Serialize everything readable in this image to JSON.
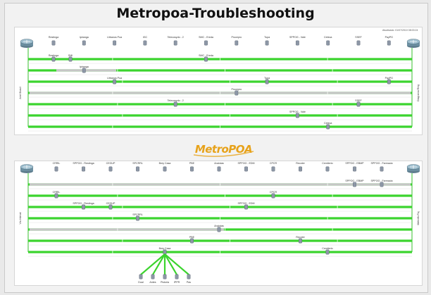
{
  "title": "Metropoa-Troubleshooting",
  "updated_stamp": "Atualizado: 01/07/2010 08:00:24",
  "logo_text": "MetroPOA",
  "top_panel": {
    "left_vertical_label": "Anel Brasil",
    "right_vertical_label": "Diagrama Ring",
    "device_row": [
      "Restinga",
      "Ipiranga",
      "Urbanos Poa",
      "IGC",
      "Telecosydo - 2",
      "SMC - Ereda",
      "Procepro",
      "Tupa",
      "SPPOG - Vale",
      "Ceteca",
      "SSEF",
      "PayPG"
    ],
    "rings": [
      {
        "nodes": [
          "Restinga",
          "SMI",
          "SMC - Ereda"
        ],
        "gray_segment": false
      },
      {
        "nodes": [
          "Ipiranga"
        ],
        "gray_segment": true
      },
      {
        "nodes": [
          "Urbanos Poa",
          "Tupa",
          "PayPG"
        ],
        "gray_segment": false
      },
      {
        "nodes": [
          "Procepro"
        ],
        "gray_segment": true
      },
      {
        "nodes": [
          "Telecosydo - 2",
          "SSEF"
        ],
        "gray_segment": false
      },
      {
        "nodes": [
          "SPPOG - Vale"
        ],
        "gray_segment": false
      },
      {
        "nodes": [
          "Ceteca"
        ],
        "gray_segment": false
      }
    ]
  },
  "bottom_panel": {
    "left_vertical_label": "Via Intenal",
    "right_vertical_label": "Metrofib Fiq",
    "device_row": [
      "CRRIL",
      "SPPOG - Restinga",
      "CEGUP",
      "SPCRRL",
      "Brey Casa",
      "PBE",
      "Ancistas",
      "SPPOG - EDM",
      "CPCR",
      "Recoter",
      "Cemiterio",
      "SPPOG - EBMP",
      "SPPOG - Farmacia"
    ],
    "rings": [
      {
        "nodes": [
          "SPPOG - EBMP",
          "SPPOG - Farmacia"
        ],
        "gray_segment": true
      },
      {
        "nodes": [
          "CRRIL",
          "CPCR"
        ],
        "gray_segment": false
      },
      {
        "nodes": [
          "SPPOG - Restinga",
          "CEGUP",
          "SPPOG - EDM"
        ],
        "gray_segment": false
      },
      {
        "nodes": [
          "SPCRRL"
        ],
        "gray_segment": false
      },
      {
        "nodes": [
          "Ancistas"
        ],
        "gray_segment": true
      },
      {
        "nodes": [
          "PBE",
          "Recoter"
        ],
        "gray_segment": false
      },
      {
        "nodes": [
          "Brey Casa",
          "Cemiterio"
        ],
        "gray_segment": false
      }
    ],
    "branch_nodes": [
      "Dual",
      "Antes",
      "Pistoria",
      "IPPR",
      "Pas"
    ]
  }
}
